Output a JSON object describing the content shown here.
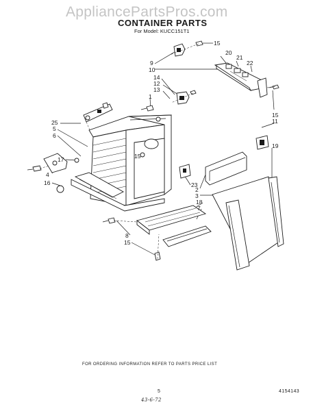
{
  "watermark": "AppliancePartsPros.com",
  "header": {
    "title": "CONTAINER PARTS",
    "model_line": "For Model: KUCC151T1"
  },
  "callouts": [
    {
      "id": "c15a",
      "label": "15"
    },
    {
      "id": "c9",
      "label": "9"
    },
    {
      "id": "c10",
      "label": "10"
    },
    {
      "id": "c20",
      "label": "20"
    },
    {
      "id": "c21",
      "label": "21"
    },
    {
      "id": "c22",
      "label": "22"
    },
    {
      "id": "c14",
      "label": "14"
    },
    {
      "id": "c12",
      "label": "12"
    },
    {
      "id": "c13",
      "label": "13"
    },
    {
      "id": "c1",
      "label": "1"
    },
    {
      "id": "c15b",
      "label": "15"
    },
    {
      "id": "c11",
      "label": "11"
    },
    {
      "id": "c25",
      "label": "25"
    },
    {
      "id": "c5",
      "label": "5"
    },
    {
      "id": "c6",
      "label": "6"
    },
    {
      "id": "c15c",
      "label": "15"
    },
    {
      "id": "c19",
      "label": "19"
    },
    {
      "id": "c17",
      "label": "17"
    },
    {
      "id": "c4",
      "label": "4"
    },
    {
      "id": "c16",
      "label": "16"
    },
    {
      "id": "c23",
      "label": "23"
    },
    {
      "id": "c2",
      "label": "2"
    },
    {
      "id": "c3",
      "label": "3"
    },
    {
      "id": "c18",
      "label": "18"
    },
    {
      "id": "c7",
      "label": "7"
    },
    {
      "id": "c8",
      "label": "8"
    },
    {
      "id": "c15d",
      "label": "15"
    }
  ],
  "footer": {
    "order_note": "FOR ORDERING INFORMATION REFER TO PARTS PRICE LIST",
    "page_number": "5",
    "handwritten": "43-6-72",
    "doc_number": "4154143"
  }
}
